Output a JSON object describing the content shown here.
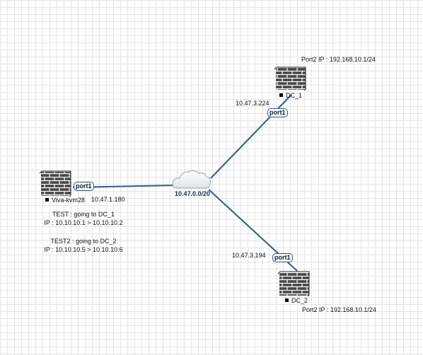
{
  "network": {
    "label": "10.47.0.0/20"
  },
  "devices": {
    "viva": {
      "name": "Viva-kvm28",
      "port": "port1",
      "ip": "10.47.1.180"
    },
    "dc1": {
      "name": "DC_1",
      "port": "port1",
      "ip": "10.47.3.224",
      "port2_ip": "Port2 IP : 192.168.10.1/24"
    },
    "dc2": {
      "name": "DC_2",
      "port": "port1",
      "ip": "10.47.3.194",
      "port2_ip": "Port2 IP : 192.168.10.1/24"
    }
  },
  "notes": {
    "test1_title": "TEST : going to DC_1",
    "test1_ip": "IP : 10.10.10.1 > 10.10.10.2",
    "test2_title": "TEST2 : going to DC_2",
    "test2_ip": "IP : 10.10.10.5 > 10.10.10.6"
  },
  "colors": {
    "link": "#2d5b8c",
    "firewall_dark": "#4a4a4a",
    "firewall_mortar": "#ffffff",
    "grid": "#e4e4e4"
  }
}
